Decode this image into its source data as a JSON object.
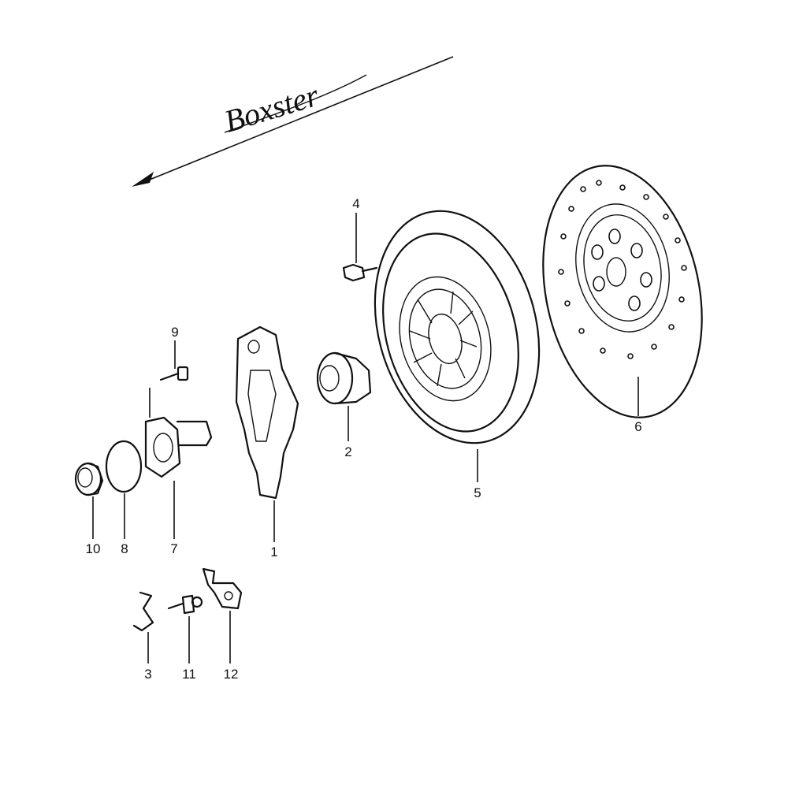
{
  "logo": {
    "text": "Boxster"
  },
  "callouts": [
    {
      "id": "1",
      "label": "1"
    },
    {
      "id": "2",
      "label": "2"
    },
    {
      "id": "3",
      "label": "3"
    },
    {
      "id": "4",
      "label": "4"
    },
    {
      "id": "5",
      "label": "5"
    },
    {
      "id": "6",
      "label": "6"
    },
    {
      "id": "7",
      "label": "7"
    },
    {
      "id": "8",
      "label": "8"
    },
    {
      "id": "9",
      "label": "9"
    },
    {
      "id": "10",
      "label": "10"
    },
    {
      "id": "11",
      "label": "11"
    },
    {
      "id": "12",
      "label": "12"
    }
  ]
}
